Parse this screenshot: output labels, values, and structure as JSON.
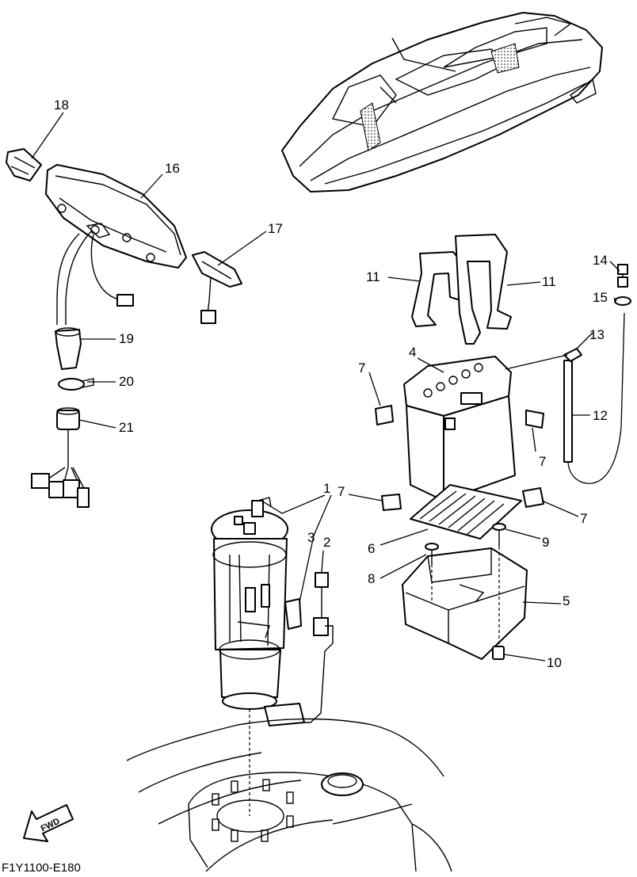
{
  "diagram": {
    "drawing_code": "F1Y1100-E180",
    "fwd_arrow_text": "FWD",
    "callouts": {
      "c1": "1",
      "c2": "2",
      "c3": "3",
      "c4": "4",
      "c5": "5",
      "c6": "6",
      "c7a": "7",
      "c7b": "7",
      "c7c": "7",
      "c7d": "7",
      "c8": "8",
      "c9": "9",
      "c10": "10",
      "c11a": "11",
      "c11b": "11",
      "c12": "12",
      "c13": "13",
      "c14": "14",
      "c15": "15",
      "c16": "16",
      "c17": "17",
      "c18": "18",
      "c19": "19",
      "c20": "20",
      "c21": "21"
    }
  }
}
